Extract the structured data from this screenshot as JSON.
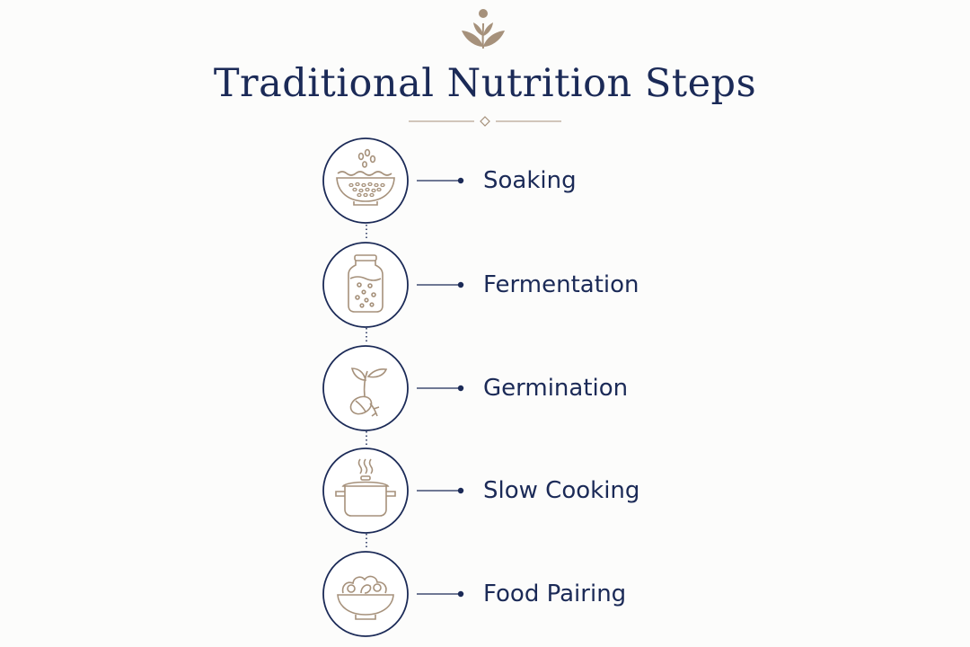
{
  "title": "Traditional Nutrition Steps",
  "colors": {
    "navy": "#1b2a57",
    "tan": "#a6917b"
  },
  "steps": [
    {
      "label": "Soaking",
      "icon": "bowl-soaking-icon"
    },
    {
      "label": "Fermentation",
      "icon": "fermentation-jar-icon"
    },
    {
      "label": "Germination",
      "icon": "sprouting-seed-icon"
    },
    {
      "label": "Slow Cooking",
      "icon": "steaming-pot-icon"
    },
    {
      "label": "Food Pairing",
      "icon": "salad-bowl-icon"
    }
  ]
}
